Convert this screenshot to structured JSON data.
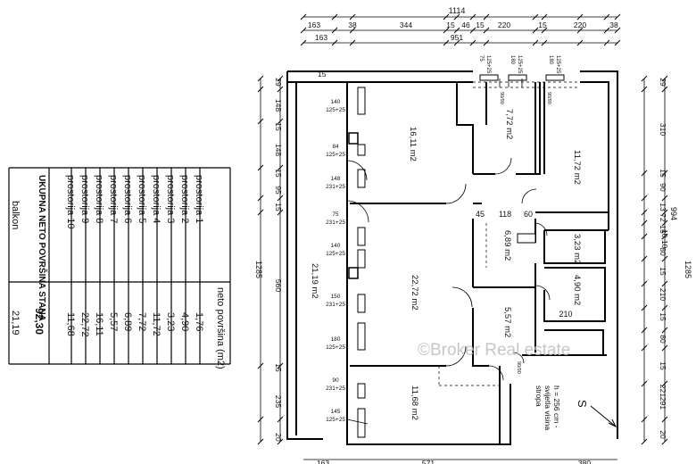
{
  "area_table": {
    "header": "neto površina (m2)",
    "rows": [
      {
        "name": "prostorija 1",
        "value": "1,76"
      },
      {
        "name": "prostorija 2",
        "value": "4,90"
      },
      {
        "name": "prostorija 3",
        "value": "3,23"
      },
      {
        "name": "prostorija 4",
        "value": "11,72"
      },
      {
        "name": "prostorija 5",
        "value": "7,72"
      },
      {
        "name": "prostorija 6",
        "value": "6,89"
      },
      {
        "name": "prostorija 7",
        "value": "5,57"
      },
      {
        "name": "prostorija 8",
        "value": "16,11"
      },
      {
        "name": "prostorija 9",
        "value": "22,72"
      },
      {
        "name": "prostorija 10",
        "value": "11,68"
      }
    ],
    "total_label": "UKUPNA NETO POVRŠINA STANA",
    "total_value": "92,30",
    "balcony_label": "balkon",
    "balcony_value": "21,19"
  },
  "dimensions": {
    "top_total": "1114",
    "top_chain": [
      "163",
      "38",
      "344",
      "15",
      "46",
      "15",
      "220",
      "15",
      "220",
      "38"
    ],
    "top_second": [
      "163",
      "951"
    ],
    "left_chain": [
      "29",
      "148",
      "15",
      "148",
      "15",
      "95",
      "15",
      "560",
      "15",
      "235",
      "20"
    ],
    "left_total": "1285",
    "right_chain": [
      "29",
      "310",
      "15",
      "90",
      "13",
      "72",
      "15",
      "80",
      "15",
      "210",
      "15",
      "80",
      "15",
      "221",
      "291",
      "20"
    ],
    "right_total_a": "1285",
    "right_total_b": "994",
    "right_small": "10,10",
    "bottom_chain": [
      "163",
      "571",
      "380"
    ],
    "top_left_small": "15"
  },
  "rooms": [
    {
      "label": "16,11 m2"
    },
    {
      "label": "7,72 m2"
    },
    {
      "label": "11,72 m2"
    },
    {
      "label": "6,89 m2"
    },
    {
      "label": "3,23 m2"
    },
    {
      "label": "4,90 m2"
    },
    {
      "label": "22,72 m2"
    },
    {
      "label": "5,57 m2"
    },
    {
      "label": "11,68 m2"
    },
    {
      "label": "21,19 m2"
    }
  ],
  "inner_dims": [
    "45",
    "118",
    "60",
    "210"
  ],
  "windows": [
    {
      "top": "140",
      "bottom": "125+25"
    },
    {
      "top": "84",
      "bottom": "125+25"
    },
    {
      "top": "148",
      "bottom": "231+25"
    },
    {
      "top": "75",
      "bottom": "231+25"
    },
    {
      "top": "140",
      "bottom": "125+25"
    },
    {
      "top": "150",
      "bottom": "231+25"
    },
    {
      "top": "180",
      "bottom": "125+25"
    },
    {
      "top": "90",
      "bottom": "231+25"
    },
    {
      "top": "145",
      "bottom": "125+25"
    }
  ],
  "top_windows": [
    "75",
    "125+25",
    "180",
    "125+25",
    "180",
    "125+25"
  ],
  "note_lines": [
    "h = 256 cm -",
    "svijetla visina",
    "stropa"
  ],
  "small_labels": [
    "90/90",
    "90/90",
    "90/90"
  ],
  "compass": "S",
  "watermark": "©Broker Real estate"
}
